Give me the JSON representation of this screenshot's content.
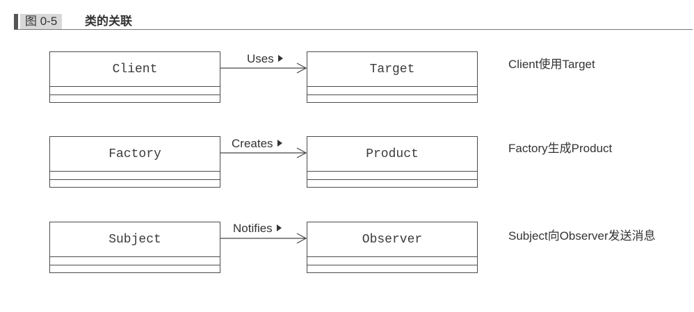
{
  "figure": {
    "number": "图 0-5",
    "title": "类的关联"
  },
  "rows": [
    {
      "source": "Client",
      "association": "Uses",
      "target": "Target",
      "description": "Client使用Target"
    },
    {
      "source": "Factory",
      "association": "Creates",
      "target": "Product",
      "description": "Factory生成Product"
    },
    {
      "source": "Subject",
      "association": "Notifies",
      "target": "Observer",
      "description": "Subject向Observer发送消息"
    }
  ]
}
